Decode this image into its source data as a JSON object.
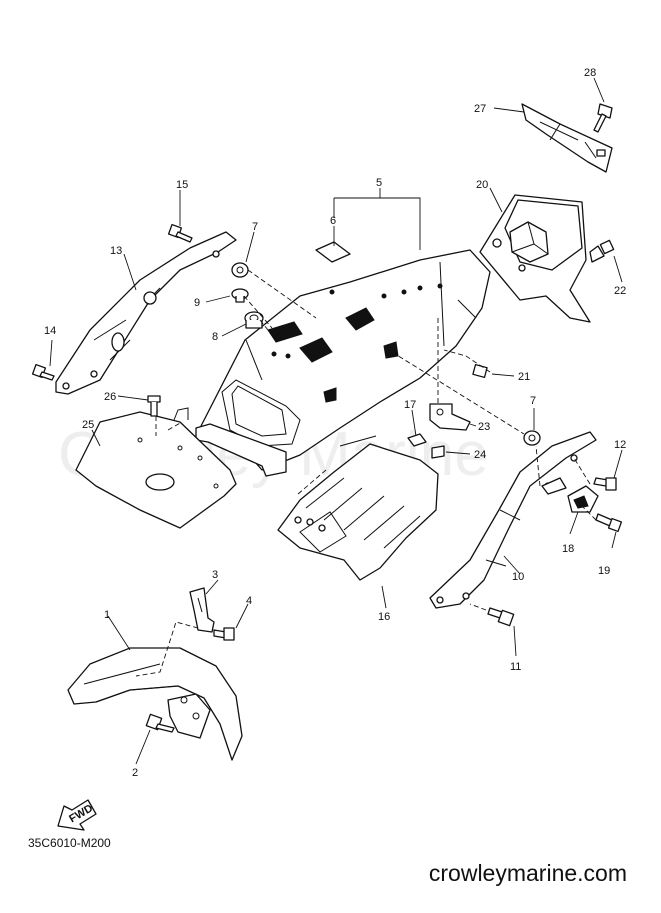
{
  "diagram": {
    "diagram_code": "35C6010-M200",
    "site": "crowleymarine.com",
    "watermark": "Crowley Marine",
    "fwd_badge": "FWD",
    "callouts": [
      "1",
      "2",
      "3",
      "4",
      "5",
      "6",
      "7",
      "7",
      "8",
      "9",
      "10",
      "11",
      "12",
      "13",
      "14",
      "15",
      "16",
      "17",
      "18",
      "19",
      "20",
      "21",
      "22",
      "23",
      "24",
      "25",
      "26",
      "27",
      "28"
    ],
    "colors": {
      "line": "#111111",
      "watermark": "#eeeeee",
      "background": "#ffffff"
    }
  }
}
